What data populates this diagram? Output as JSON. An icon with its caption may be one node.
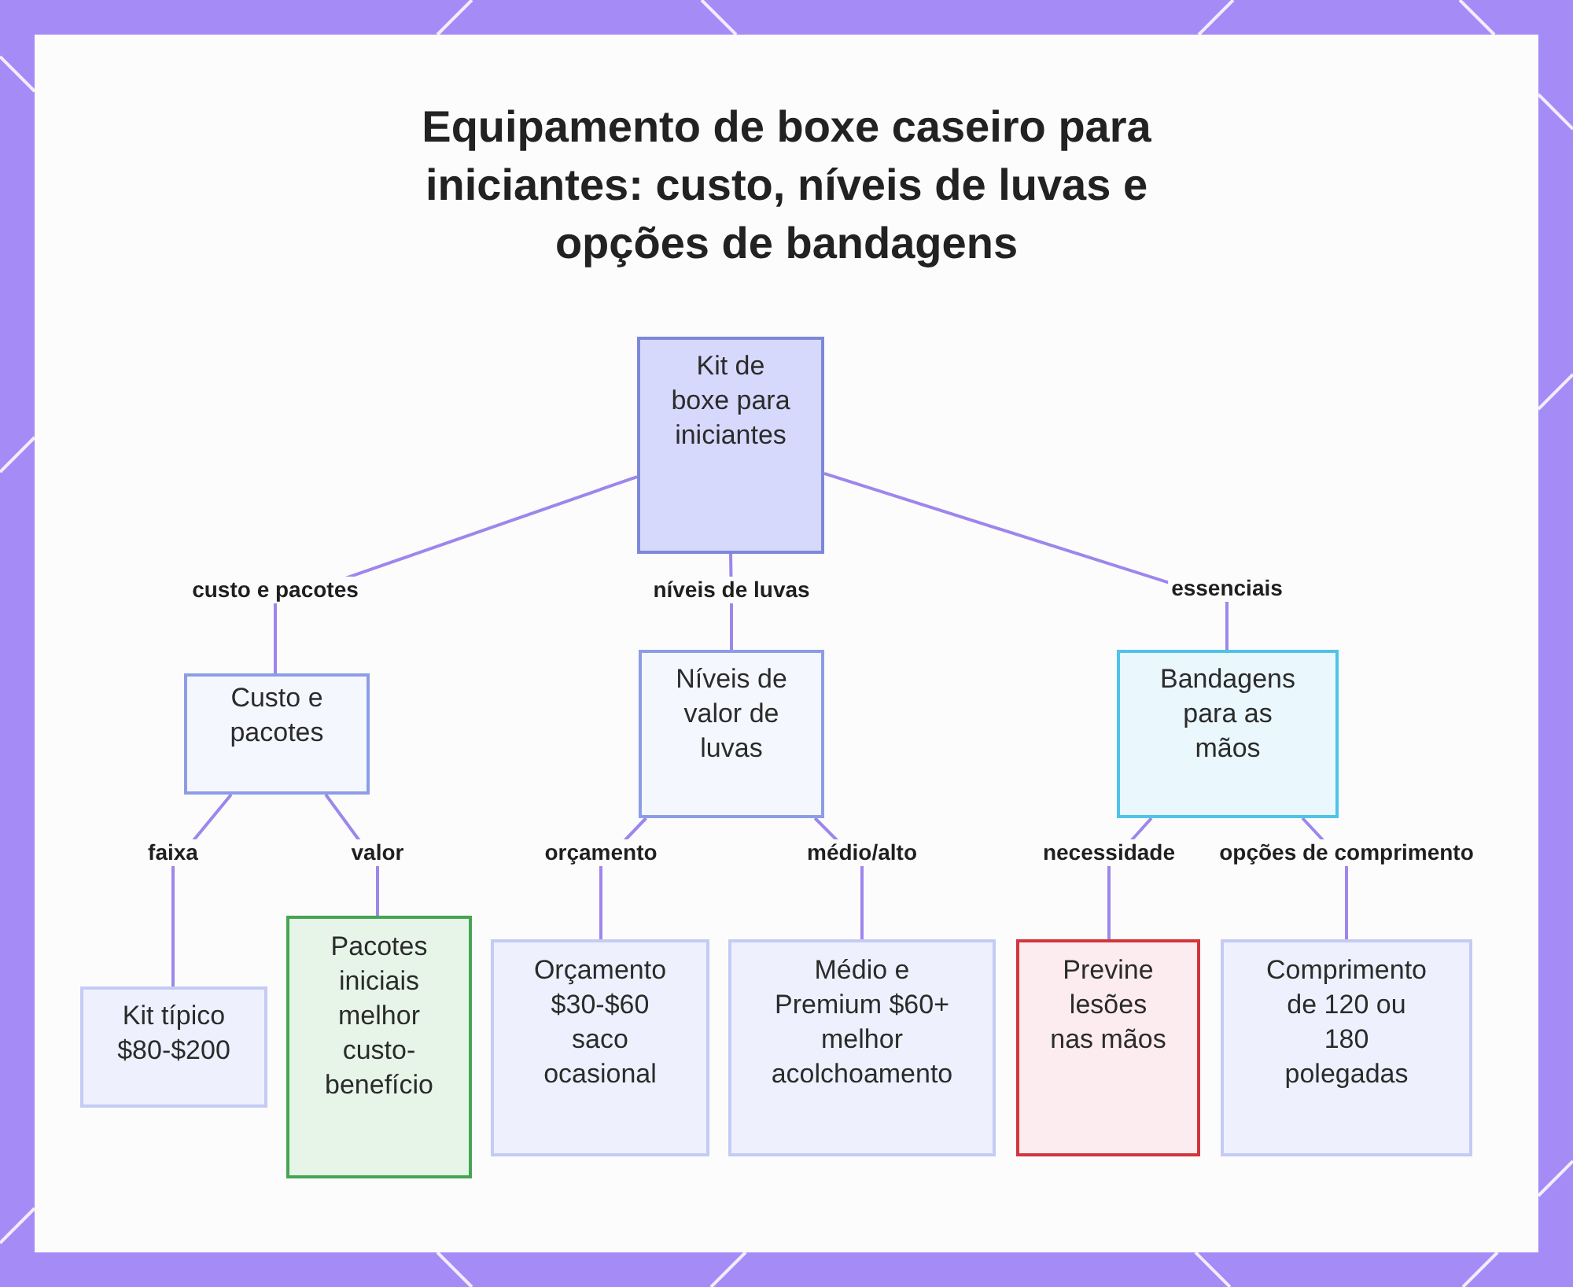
{
  "diagram": {
    "title": "Equipamento de boxe caseiro para iniciantes: custo, níveis de luvas e opções de bandagens",
    "nodes": [
      {
        "text": [
          "Kit de boxe para iniciantes"
        ]
      },
      {
        "text": [
          "Custo e pacotes"
        ]
      },
      {
        "text": [
          "Níveis de valor de luvas"
        ]
      },
      {
        "text": [
          "Bandagens para as mãos"
        ]
      },
      {
        "text": [
          "Kit típico $80-$200"
        ]
      },
      {
        "text": [
          "Pacotes iniciais melhor custo-benefício"
        ]
      },
      {
        "text": [
          "Orçamento $30-$60 saco ocasional"
        ]
      },
      {
        "text": [
          "Médio e Premium $60+ melhor acolchoamento"
        ]
      },
      {
        "text": [
          "Previne lesões nas mãos"
        ]
      },
      {
        "text": [
          "Comprimento de 120 ou 180 polegadas"
        ]
      }
    ],
    "edges": [
      {
        "from": 0,
        "to": 1,
        "arrow": "none",
        "label": "custo e pacotes"
      },
      {
        "from": 0,
        "to": 2,
        "arrow": "none",
        "label": "níveis de luvas"
      },
      {
        "from": 0,
        "to": 3,
        "arrow": "none",
        "label": "essenciais"
      },
      {
        "from": 1,
        "to": 4,
        "arrow": "none",
        "label": "faixa"
      },
      {
        "from": 1,
        "to": 5,
        "arrow": "none",
        "label": "valor"
      },
      {
        "from": 2,
        "to": 6,
        "arrow": "none",
        "label": "orçamento"
      },
      {
        "from": 2,
        "to": 7,
        "arrow": "none",
        "label": "médio/alto"
      },
      {
        "from": 3,
        "to": 8,
        "arrow": "none",
        "label": "necessidade"
      },
      {
        "from": 3,
        "to": 9,
        "arrow": "none",
        "label": "opções de comprimento"
      }
    ]
  }
}
